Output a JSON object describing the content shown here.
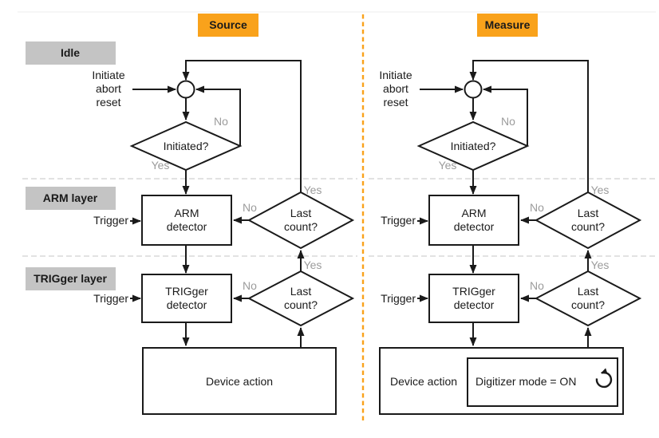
{
  "titles": {
    "source": "Source",
    "measure": "Measure"
  },
  "layer_labels": {
    "idle": "Idle",
    "arm": "ARM layer",
    "trigger": "TRIGger layer"
  },
  "labels": {
    "initiate_lines": [
      "Initiate",
      "abort",
      "reset"
    ],
    "initiated_question": "Initiated?",
    "yes": "Yes",
    "no": "No",
    "trigger_input": "Trigger",
    "arm_detector_lines": [
      "ARM",
      "detector"
    ],
    "trigger_detector_lines": [
      "TRIGger",
      "detector"
    ],
    "last_count_lines": [
      "Last",
      "count?"
    ],
    "device_action": "Device action"
  },
  "measure_extras": {
    "digitizer_mode": "Digitizer mode = ON",
    "digitizer_icon": "rotate-ccw-icon"
  },
  "colors": {
    "accent_orange": "#F9A21B",
    "layer_label_gray": "#C4C4C4",
    "muted_label_gray": "#9B9B9B",
    "line_black": "#1A1A1A",
    "separator_gray": "#D9D9D9"
  }
}
